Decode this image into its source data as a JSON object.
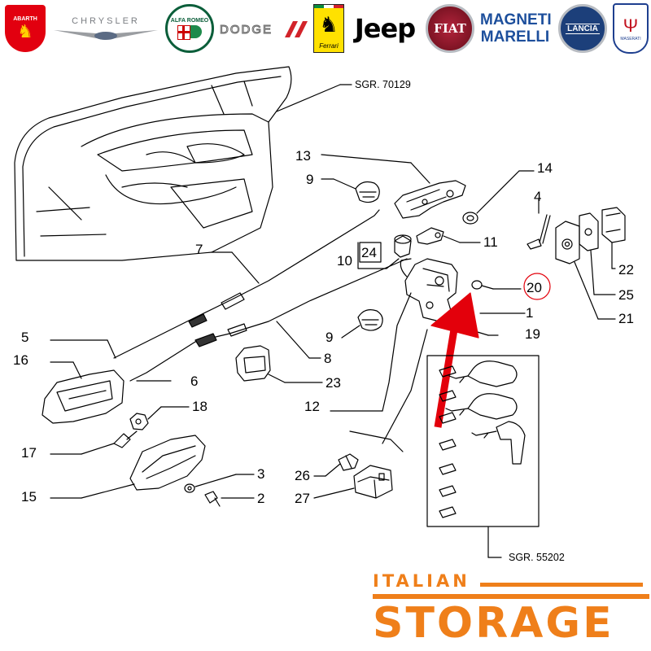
{
  "brands": [
    {
      "name": "ABARTH",
      "icon": "abarth-scorpion-icon",
      "color": "#e2000f"
    },
    {
      "name": "CHRYSLER",
      "icon": "chrysler-wings-icon",
      "color": "#8a8d91"
    },
    {
      "name": "ALFA ROMEO",
      "icon": "alfa-romeo-badge-icon",
      "color": "#0b5e3a"
    },
    {
      "name": "DODGE",
      "icon": "dodge-stripes-icon",
      "color": "#d2232a"
    },
    {
      "name": "Ferrari",
      "icon": "ferrari-prancing-horse-icon",
      "color": "#ffe100"
    },
    {
      "name": "Jeep",
      "icon": "jeep-wordmark-icon",
      "color": "#000000"
    },
    {
      "name": "FIAT",
      "icon": "fiat-badge-icon",
      "color": "#9b1b30"
    },
    {
      "name": "MAGNETI MARELLI",
      "icon": "magneti-marelli-wordmark-icon",
      "color": "#1d4f9c"
    },
    {
      "name": "LANCIA",
      "icon": "lancia-badge-icon",
      "color": "#1c3f7a"
    },
    {
      "name": "MASERATI",
      "icon": "maserati-trident-icon",
      "color": "#1e3f8f"
    }
  ],
  "diagram": {
    "callouts": {
      "c1": "1",
      "c2": "2",
      "c3": "3",
      "c4": "4",
      "c5": "5",
      "c6": "6",
      "c7": "7",
      "c8": "8",
      "c9a": "9",
      "c9b": "9",
      "c10": "10",
      "c11": "11",
      "c12": "12",
      "c13": "13",
      "c14": "14",
      "c15": "15",
      "c16": "16",
      "c17": "17",
      "c18": "18",
      "c19": "19",
      "c20": "20",
      "c21": "21",
      "c22": "22",
      "c23": "23",
      "c24": "24",
      "c25": "25",
      "c26": "26",
      "c27": "27"
    },
    "refs": {
      "door_panel": "SGR. 70129",
      "key_set": "SGR. 55202"
    },
    "highlighted_part": "20",
    "highlight_color": "#e3000b"
  },
  "footer": {
    "line1": "ITALIAN",
    "line2": "STORAGE",
    "color": "#ef7f1a"
  }
}
